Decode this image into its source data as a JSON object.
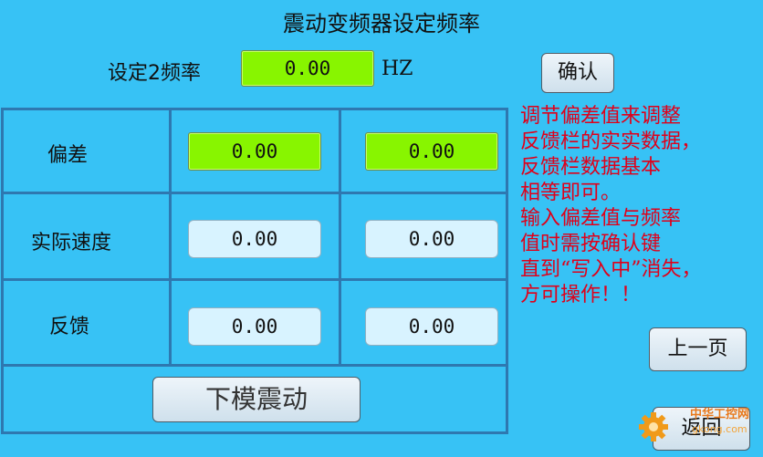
{
  "page": {
    "title": "震动变频器设定频率"
  },
  "setpoint": {
    "label": "设定2频率",
    "value": "0.00",
    "unit": "HZ"
  },
  "confirm_button": {
    "label": "确认"
  },
  "table": {
    "rows": [
      {
        "label": "偏差",
        "values": [
          "0.00",
          "0.00"
        ]
      },
      {
        "label": "实际速度",
        "values": [
          "0.00",
          "0.00"
        ]
      },
      {
        "label": "反馈",
        "values": [
          "0.00",
          "0.00"
        ]
      }
    ],
    "action_button": "下模震动"
  },
  "instructions": {
    "lines": [
      "调节偏差值来调整",
      "反馈栏的实实数据，",
      "反馈栏数据基本",
      "相等即可。",
      "输入偏差值与频率",
      "值时需按确认键",
      "直到“写入中”消失，",
      "方可操作！！"
    ]
  },
  "nav": {
    "prev_label": "上一页",
    "back_label": "返回"
  },
  "watermark": {
    "text": "中华工控网",
    "url": "gkong.com"
  },
  "colors": {
    "background": "#37c2f5",
    "grid": "#2e78b0",
    "input_green": "#88f500",
    "input_light": "#d8f3ff",
    "note": "#e0001a"
  }
}
